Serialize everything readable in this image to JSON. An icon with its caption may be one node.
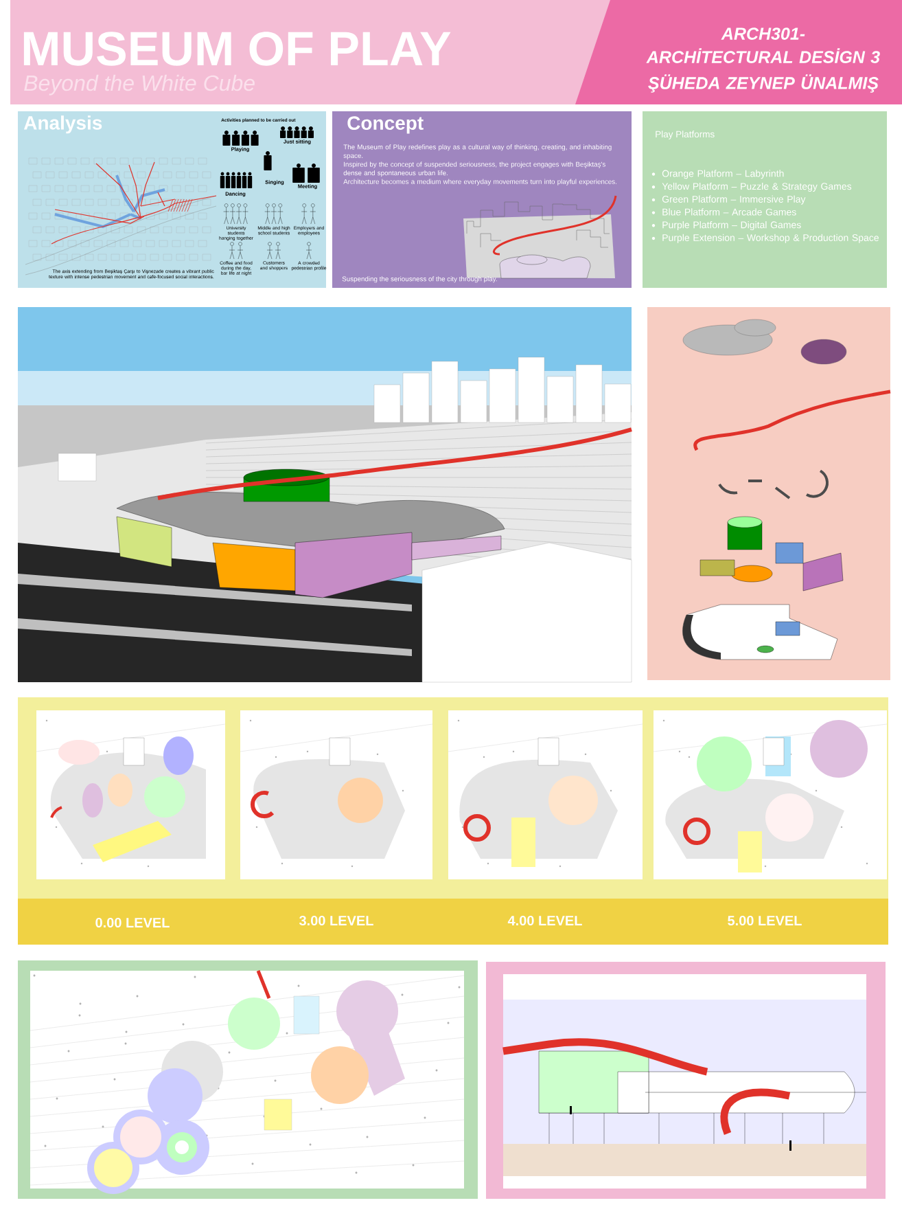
{
  "diagram": {
    "nodes": [
      {
        "text": [
          "MUSEUM OF PLAY",
          "Beyond the White Cube"
        ]
      },
      {
        "text": [
          "ARCH301-ARCHİTECTURAL DESİGN 3",
          "ŞÜHEDA ZEYNEP ÜNALMIŞ"
        ]
      },
      {
        "text": [
          "Analysis",
          "Activities planned to be carried out",
          "Playing",
          "Just sitting",
          "Singing",
          "Dancing",
          "Meeting",
          "University students hanging together",
          "Middle and high school students",
          "Employers and employees",
          "Coffee and food during the day, bar life at night",
          "Customers and shoppers",
          "A crowded pedestrian profile",
          "The axis extending from Beşiktaş Çarşı to Vişnezade creates a vibrant public texture with intense pedestrian movement and cafe-focused social interactions."
        ]
      },
      {
        "text": [
          "Concept",
          "The Museum of Play redefines play as a cultural way of thinking, creating, and inhabiting space.",
          "Inspired by the concept of suspended seriousness, the project engages with Beşiktaş's dense and spontaneous urban life.",
          "Architecture becomes a medium where everyday movements turn into playful experiences.",
          "Suspending the seriousness of the city through play."
        ]
      },
      {
        "text": [
          "Play Platforms",
          "Orange Platform – Labyrinth",
          "Yellow Platform – Puzzle & Strategy Games",
          "Green Platform – Immersive Play",
          "Blue Platform – Arcade Games",
          "Purple Platform – Digital Games",
          "Purple Extension – Workshop & Production Space"
        ]
      },
      {
        "text": [],
        "shape": "picture"
      },
      {
        "text": [],
        "shape": "picture"
      },
      {
        "text": [
          "0.00 LEVEL",
          "3.00 LEVEL",
          "4.00 LEVEL",
          "5.00 LEVEL"
        ]
      },
      {
        "text": [],
        "shape": "picture",
        "in": 7
      },
      {
        "text": [],
        "shape": "picture",
        "in": 7
      },
      {
        "text": [],
        "shape": "picture",
        "in": 7
      },
      {
        "text": [],
        "shape": "picture",
        "in": 7
      },
      {
        "text": [],
        "shape": "picture"
      },
      {
        "text": [],
        "shape": "picture"
      }
    ]
  }
}
